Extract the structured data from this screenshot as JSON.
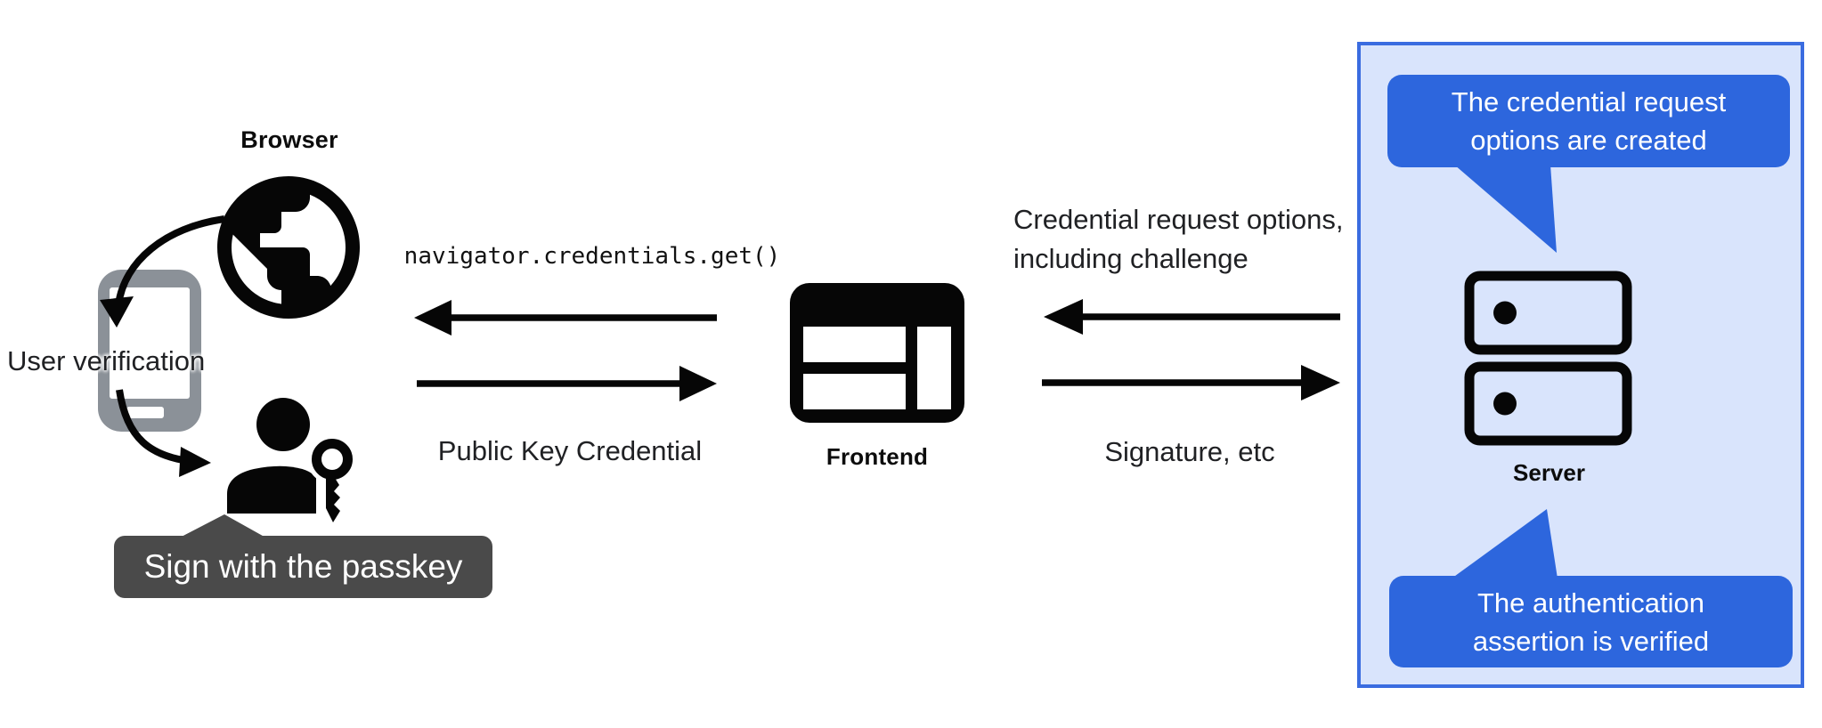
{
  "colors": {
    "accent_blue": "#2d66dd",
    "panel_fill": "#d9e4fc",
    "panel_border": "#3a6ce0",
    "dark_callout_bg": "#4a4a4a",
    "phone_gray": "#8b9198",
    "icon_black": "#060606",
    "text_color": "#202124",
    "callout_text": "#ffffff"
  },
  "client": {
    "browser_label": "Browser",
    "user_verification_label": "User verification",
    "passkey_callout": "Sign with the passkey"
  },
  "frontend": {
    "label": "Frontend"
  },
  "messages": {
    "api_call": "navigator.credentials.get()",
    "public_key_credential": "Public Key Credential",
    "credential_request_line1": "Credential request options,",
    "credential_request_line2": "including challenge",
    "signature": "Signature, etc"
  },
  "server_panel": {
    "server_label": "Server",
    "callout_top": {
      "line1": "The credential request",
      "line2": "options are created"
    },
    "callout_bottom": {
      "line1": "The authentication",
      "line2": "assertion is verified"
    }
  },
  "icons": {
    "browser": "globe-icon",
    "user_verification_device": "smartphone-icon",
    "user": "person-with-passkey-icon",
    "frontend": "browser-window-icon",
    "server": "server-stack-icon"
  }
}
